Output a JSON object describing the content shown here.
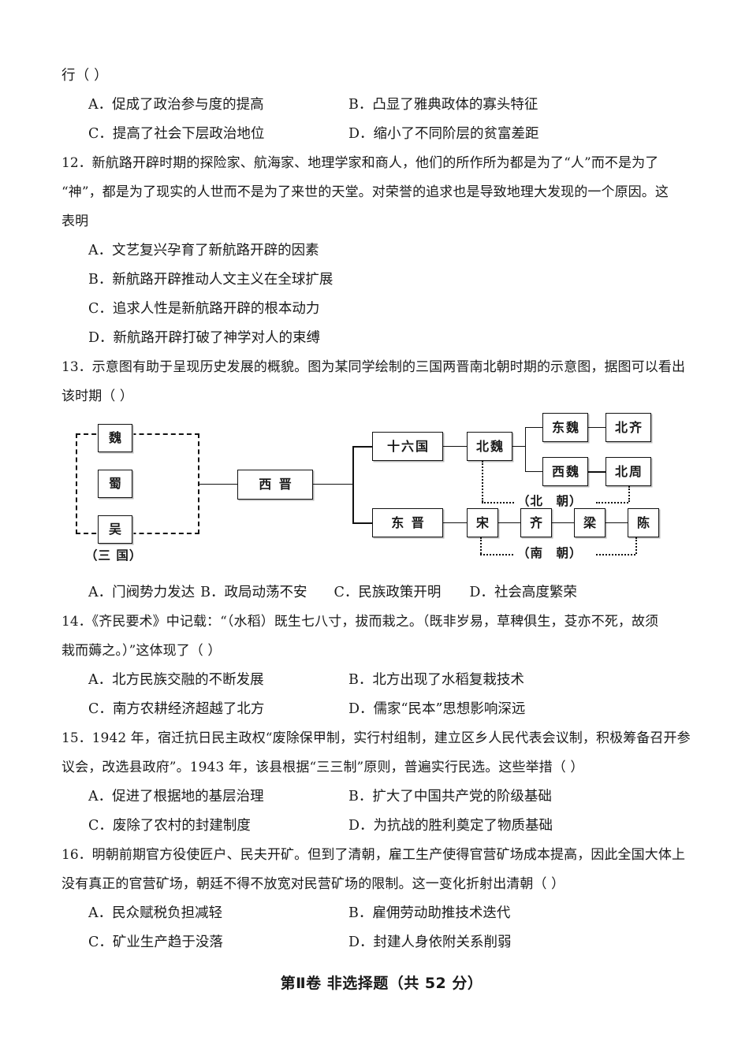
{
  "page": {
    "continued_stem_tail": "行（  ）",
    "section_heading": "第Ⅱ卷  非选择题（共 52 分）"
  },
  "questions": [
    {
      "id": "q11-tail",
      "options": [
        {
          "label": "A．",
          "text": "促成了政治参与度的提高"
        },
        {
          "label": "B．",
          "text": "凸显了雅典政体的寡头特征"
        },
        {
          "label": "C．",
          "text": "提高了社会下层政治地位"
        },
        {
          "label": "D．",
          "text": "缩小了不同阶层的贫富差距"
        }
      ]
    },
    {
      "id": "q12",
      "number": "12．",
      "stem_lines": [
        "新航路开辟时期的探险家、航海家、地理学家和商人，他们的所作所为都是为了“人”而不是为了",
        "“神”，都是为了现实的人世而不是为了来世的天堂。对荣誉的追求也是导致地理大发现的一个原因。这",
        "表明"
      ],
      "options": [
        {
          "label": "A．",
          "text": "文艺复兴孕育了新航路开辟的因素"
        },
        {
          "label": "B．",
          "text": "新航路开辟推动人文主义在全球扩展"
        },
        {
          "label": "C．",
          "text": "追求人性是新航路开辟的根本动力"
        },
        {
          "label": "D．",
          "text": "新航路开辟打破了神学对人的束缚"
        }
      ]
    },
    {
      "id": "q13",
      "number": "13．",
      "stem_lines": [
        "示意图有助于呈现历史发展的概貌。图为某同学绘制的三国两晋南北朝时期的示意图，据图可以看出",
        "该时期（  ）"
      ],
      "options_inline": [
        {
          "label": "A．",
          "text": "门阀势力发达"
        },
        {
          "label": "B．",
          "text": "政局动荡不安"
        },
        {
          "label": "C．",
          "text": "民族政策开明"
        },
        {
          "label": "D．",
          "text": "社会高度繁荣"
        }
      ]
    },
    {
      "id": "q14",
      "number": "14．",
      "stem_lines": [
        "《齐民要术》中记载：“（水稻）既生七八寸，拔而栽之。（既非岁易，草稗俱生，芟亦不死，故须",
        "栽而薅之。）”这体现了（  ）"
      ],
      "options": [
        {
          "label": "A．",
          "text": "北方民族交融的不断发展"
        },
        {
          "label": "B．",
          "text": "北方出现了水稻复栽技术"
        },
        {
          "label": "C．",
          "text": "南方农耕经济超越了北方"
        },
        {
          "label": "D．",
          "text": "儒家“民本”思想影响深远"
        }
      ]
    },
    {
      "id": "q15",
      "number": "15．",
      "stem_lines": [
        "1942 年，宿迁抗日民主政权“废除保甲制，实行村组制，建立区乡人民代表会议制，积极筹备召开参",
        "议会，改选县政府”。1943 年，该县根据“三三制”原则，普遍实行民选。这些举措（  ）"
      ],
      "options": [
        {
          "label": "A．",
          "text": "促进了根据地的基层治理"
        },
        {
          "label": "B．",
          "text": "扩大了中国共产党的阶级基础"
        },
        {
          "label": "C．",
          "text": "废除了农村的封建制度"
        },
        {
          "label": "D．",
          "text": "为抗战的胜利奠定了物质基础"
        }
      ]
    },
    {
      "id": "q16",
      "number": "16．",
      "stem_lines": [
        "明朝前期官方役使匠户、民夫开矿。但到了清朝，雇工生产使得官营矿场成本提高，因此全国大体上",
        "没有真正的官营矿场，朝廷不得不放宽对民营矿场的限制。这一变化折射出清朝（  ）"
      ],
      "options": [
        {
          "label": "A．",
          "text": "民众赋税负担减轻"
        },
        {
          "label": "B．",
          "text": "雇佣劳动助推技术迭代"
        },
        {
          "label": "C．",
          "text": "矿业生产趋于没落"
        },
        {
          "label": "D．",
          "text": "封建人身依附关系削弱"
        }
      ]
    }
  ],
  "diagram": {
    "nodes": {
      "wei": "魏",
      "shu": "蜀",
      "wu": "吴",
      "xijin": "西 晋",
      "shiliuguo": "十六国",
      "beiwei": "北魏",
      "dongwei": "东魏",
      "beiqi": "北齐",
      "xiwei": "西魏",
      "beizhou": "北周",
      "dongjin": "东 晋",
      "song": "宋",
      "qi": "齐",
      "liang": "梁",
      "chen": "陈"
    },
    "captions": {
      "sanguo": "（三 国）",
      "beichao": "（北　朝）",
      "nanchao": "（南　朝）"
    }
  }
}
